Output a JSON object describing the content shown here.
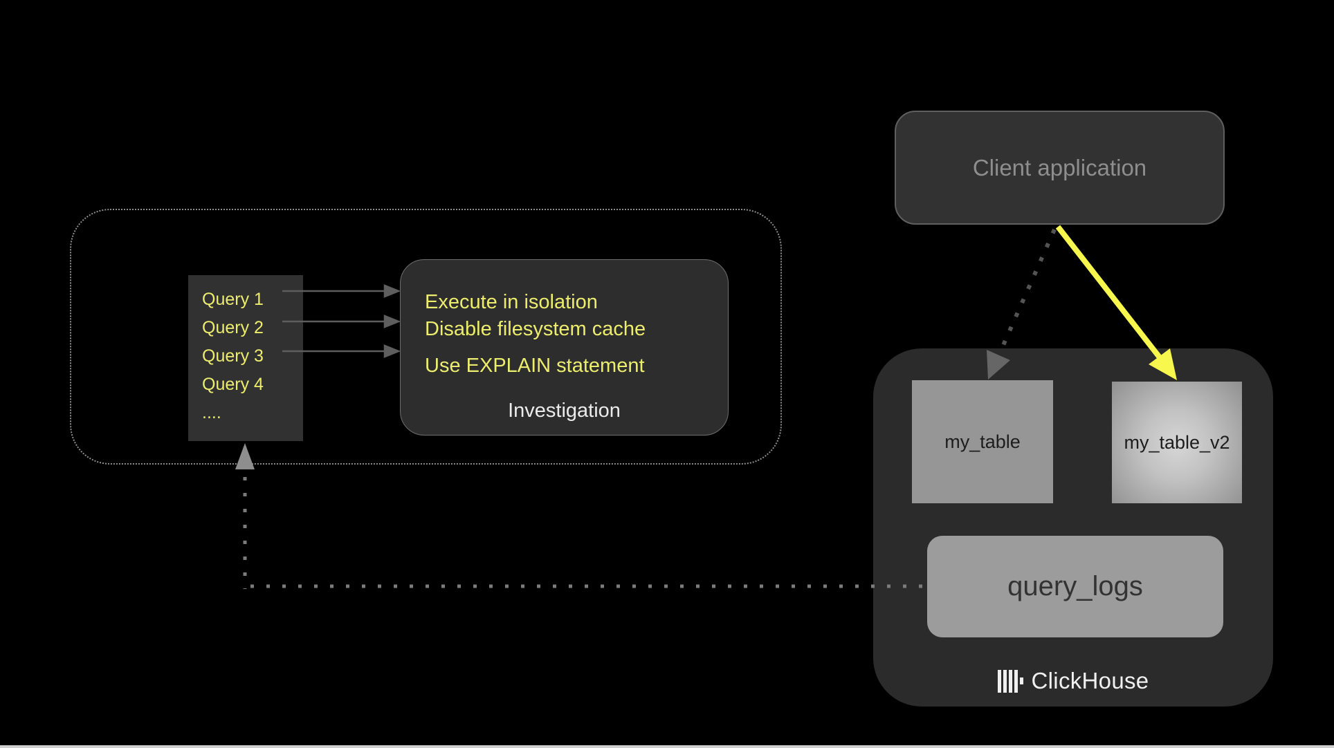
{
  "colors": {
    "bg": "#000000",
    "yellow-text": "#eded6d",
    "yellow-arrow": "#f7f74d",
    "query-panel-fill": "#313131",
    "panel-dark": "#2d2d2e",
    "panel-border": "#6e6e6e",
    "client-fill": "#323233",
    "client-border": "#5f5f5f",
    "muted-text": "#8e8e8e",
    "white-text": "#ebebeb",
    "container-fill": "#2b2b2c",
    "table-fill": "#969696",
    "logs-fill": "#9c9c9c",
    "logs-text": "#333333",
    "dark-label": "#1d1d1d",
    "brand-text": "#f0f0f0",
    "arrow-gray": "#5e5e5e",
    "dotted-arrow-gray": "#545454",
    "dotted-arrowhead-gray": "#666666",
    "connector-gray": "#7b7b7b",
    "connector-arrowhead-gray": "#8e8e8e",
    "dotted-border": "#8f8f8f",
    "footer-strip": "#cfcfcf"
  },
  "client_box": {
    "label": "Client application"
  },
  "query_panel": {
    "items": [
      "Query 1",
      "Query 2",
      "Query 3",
      "Query 4",
      "...."
    ]
  },
  "investigation": {
    "tips": [
      "Execute in isolation",
      "Disable filesystem cache",
      "Use EXPLAIN statement"
    ],
    "caption": "Investigation"
  },
  "clickhouse": {
    "table_left": "my_table",
    "table_right": "my_table_v2",
    "logs": "query_logs",
    "brand": "ClickHouse"
  }
}
